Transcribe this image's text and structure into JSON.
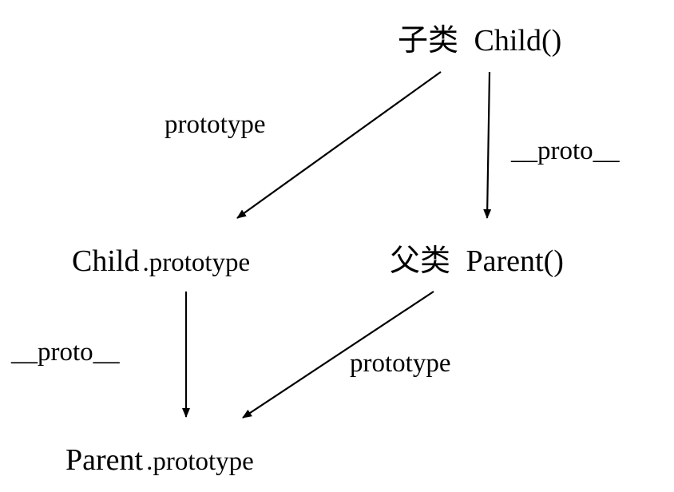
{
  "nodes": {
    "child_ctor": {
      "cn_label": "子类",
      "name": "Child()"
    },
    "child_prototype": {
      "name": "Child",
      "suffix": ".prototype"
    },
    "parent_ctor": {
      "cn_label": "父类",
      "name": "Parent()"
    },
    "parent_prototype": {
      "name": "Parent",
      "suffix": ".prototype"
    }
  },
  "edges": {
    "child_to_child_prototype": {
      "label": "prototype"
    },
    "child_to_parent_ctor": {
      "label": "__proto__"
    },
    "child_prototype_to_parent_prototype": {
      "label": "__proto__"
    },
    "parent_ctor_to_parent_prototype": {
      "label": "prototype"
    }
  }
}
